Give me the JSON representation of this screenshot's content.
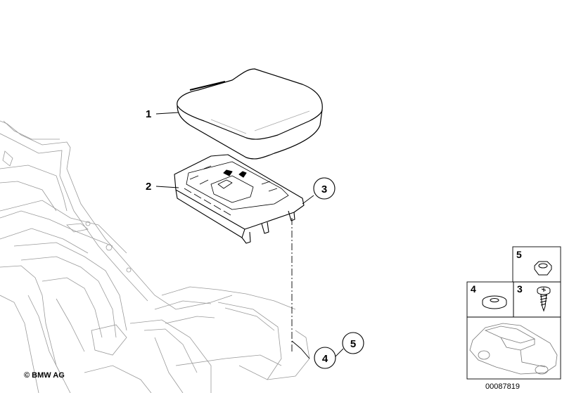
{
  "callouts": {
    "armrest_cushion": "1",
    "armrest_base": "2",
    "screw_circle": "3",
    "washer_circle": "4",
    "nut_circle": "5"
  },
  "parts_box": {
    "nut_label": "5",
    "washer_label": "4",
    "screw_label": "3"
  },
  "footer": {
    "copyright": "© BMW AG",
    "diagram_number": "00087819"
  }
}
